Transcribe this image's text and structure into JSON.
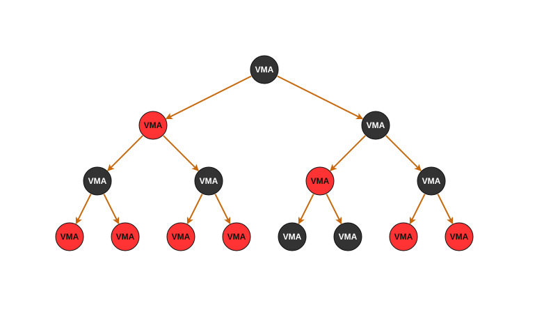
{
  "diagram": {
    "type": "binary-tree",
    "colors": {
      "edge": "#c8680c",
      "black_fill": "#333333",
      "red_fill": "#ff3333",
      "stroke": "#111111",
      "black_text": "#ffffff",
      "red_text": "#111111"
    },
    "nodes": [
      {
        "id": "n0",
        "label": "VMA",
        "color": "black",
        "level": 0,
        "index": 0
      },
      {
        "id": "n1",
        "label": "VMA",
        "color": "red",
        "level": 1,
        "index": 0
      },
      {
        "id": "n2",
        "label": "VMA",
        "color": "black",
        "level": 1,
        "index": 1
      },
      {
        "id": "n3",
        "label": "VMA",
        "color": "black",
        "level": 2,
        "index": 0
      },
      {
        "id": "n4",
        "label": "VMA",
        "color": "black",
        "level": 2,
        "index": 1
      },
      {
        "id": "n5",
        "label": "VMA",
        "color": "red",
        "level": 2,
        "index": 2
      },
      {
        "id": "n6",
        "label": "VMA",
        "color": "black",
        "level": 2,
        "index": 3
      },
      {
        "id": "n7",
        "label": "VMA",
        "color": "red",
        "level": 3,
        "index": 0
      },
      {
        "id": "n8",
        "label": "VMA",
        "color": "red",
        "level": 3,
        "index": 1
      },
      {
        "id": "n9",
        "label": "VMA",
        "color": "red",
        "level": 3,
        "index": 2
      },
      {
        "id": "n10",
        "label": "VMA",
        "color": "red",
        "level": 3,
        "index": 3
      },
      {
        "id": "n11",
        "label": "VMA",
        "color": "black",
        "level": 3,
        "index": 4
      },
      {
        "id": "n12",
        "label": "VMA",
        "color": "black",
        "level": 3,
        "index": 5
      },
      {
        "id": "n13",
        "label": "VMA",
        "color": "red",
        "level": 3,
        "index": 6
      },
      {
        "id": "n14",
        "label": "VMA",
        "color": "red",
        "level": 3,
        "index": 7
      }
    ],
    "edges": [
      {
        "from": "n0",
        "to": "n1"
      },
      {
        "from": "n0",
        "to": "n2"
      },
      {
        "from": "n1",
        "to": "n3"
      },
      {
        "from": "n1",
        "to": "n4"
      },
      {
        "from": "n2",
        "to": "n5"
      },
      {
        "from": "n2",
        "to": "n6"
      },
      {
        "from": "n3",
        "to": "n7"
      },
      {
        "from": "n3",
        "to": "n8"
      },
      {
        "from": "n4",
        "to": "n9"
      },
      {
        "from": "n4",
        "to": "n10"
      },
      {
        "from": "n5",
        "to": "n11"
      },
      {
        "from": "n5",
        "to": "n12"
      },
      {
        "from": "n6",
        "to": "n13"
      },
      {
        "from": "n6",
        "to": "n14"
      }
    ]
  }
}
